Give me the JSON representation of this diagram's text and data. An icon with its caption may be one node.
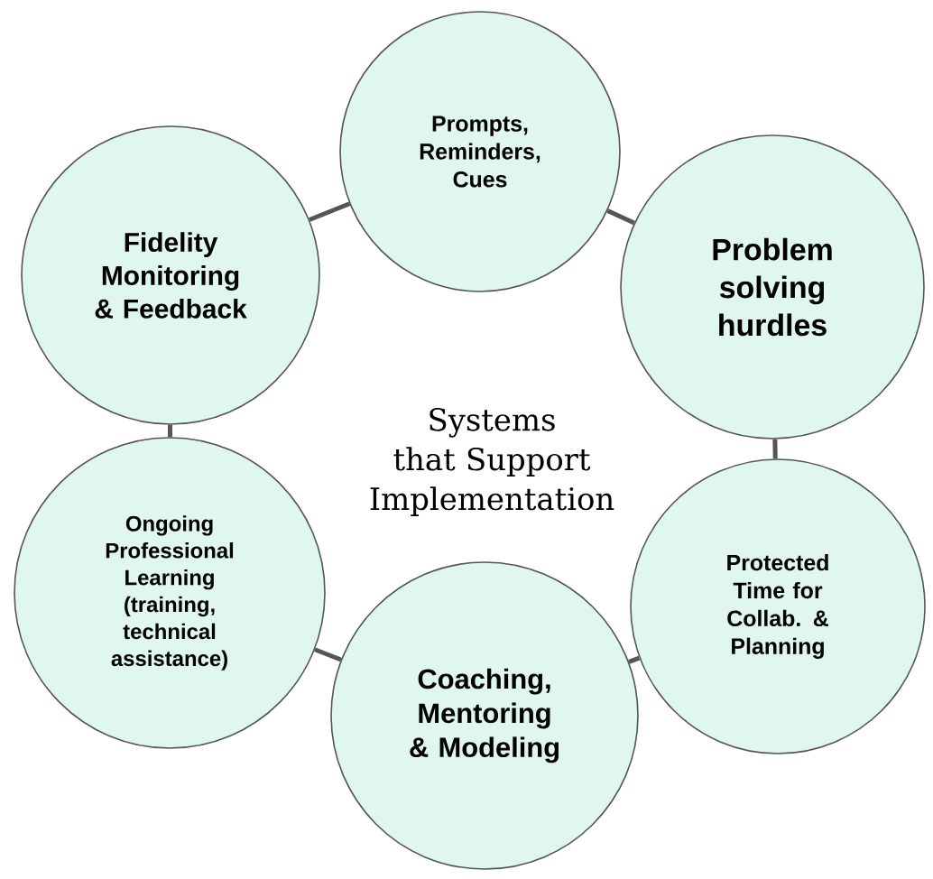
{
  "diagram": {
    "nodes": [
      {
        "text": [
          "Prompts, Reminders, Cues"
        ]
      },
      {
        "text": [
          "Problem solving hurdles"
        ]
      },
      {
        "text": [
          "Protected Time for Collab. & Planning"
        ]
      },
      {
        "text": [
          "Coaching, Mentoring & Modeling"
        ]
      },
      {
        "text": [
          "Ongoing Professional Learning (training, technical assistance)"
        ]
      },
      {
        "text": [
          "Fidelity Monitoring & Feedback"
        ]
      }
    ],
    "edges": [
      {
        "from": 0,
        "to": 1,
        "arrow": "none"
      },
      {
        "from": 1,
        "to": 2,
        "arrow": "none"
      },
      {
        "from": 2,
        "to": 3,
        "arrow": "none"
      },
      {
        "from": 3,
        "to": 4,
        "arrow": "none"
      },
      {
        "from": 4,
        "to": 5,
        "arrow": "none"
      },
      {
        "from": 5,
        "to": 0,
        "arrow": "none"
      }
    ],
    "labels": [
      "Systems that Support Implementation"
    ]
  }
}
